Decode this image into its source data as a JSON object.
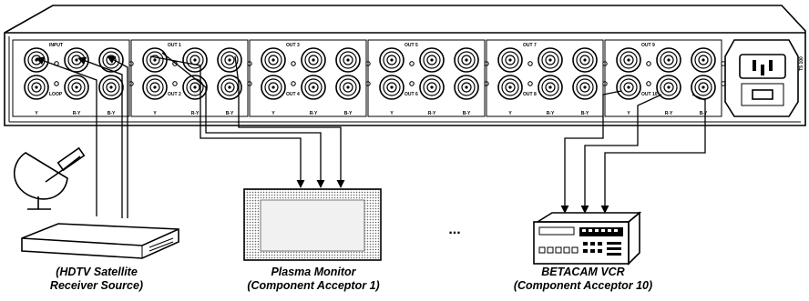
{
  "panel": {
    "groups": [
      {
        "top_label": "INPUT",
        "bottom_label": "LOOP",
        "col_labels": [
          "Y",
          "R-Y",
          "B-Y"
        ]
      },
      {
        "top_label": "OUT 1",
        "bottom_label": "OUT 2",
        "col_labels": [
          "Y",
          "R-Y",
          "B-Y"
        ]
      },
      {
        "top_label": "OUT 3",
        "bottom_label": "OUT 4",
        "col_labels": [
          "Y",
          "R-Y",
          "B-Y"
        ]
      },
      {
        "top_label": "OUT 5",
        "bottom_label": "OUT 6",
        "col_labels": [
          "Y",
          "R-Y",
          "B-Y"
        ]
      },
      {
        "top_label": "OUT 7",
        "bottom_label": "OUT 8",
        "col_labels": [
          "Y",
          "R-Y",
          "B-Y"
        ]
      },
      {
        "top_label": "OUT 9",
        "bottom_label": "OUT 10",
        "col_labels": [
          "Y",
          "R-Y",
          "B-Y"
        ]
      }
    ],
    "side_label": "T5 100"
  },
  "ellipsis": "...",
  "devices": {
    "source": {
      "caption_line1": "(HDTV Satellite",
      "caption_line2": "Receiver Source)"
    },
    "monitor": {
      "caption_line1": "Plasma Monitor",
      "caption_line2": "(Component Acceptor 1)"
    },
    "vcr": {
      "caption_line1": "BETACAM VCR",
      "caption_line2": "(Component Acceptor 10)"
    }
  },
  "icons": [
    "satellite-dish-icon",
    "receiver-box-icon",
    "plasma-monitor-icon",
    "betacam-vcr-icon",
    "power-inlet-icon",
    "bnc-connector-icon"
  ]
}
